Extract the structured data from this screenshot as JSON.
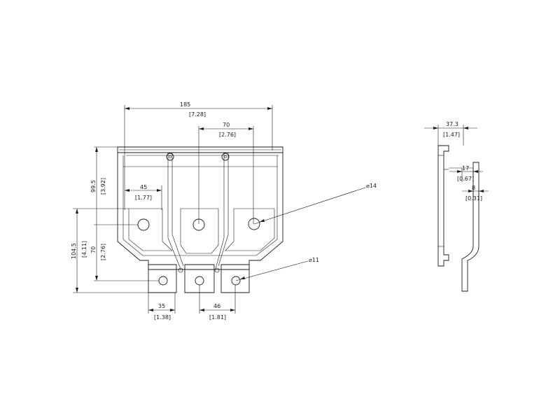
{
  "drawing": {
    "dimensions": {
      "overall_width": {
        "mm": "185",
        "inch": "[7.28]"
      },
      "center_spacing": {
        "mm": "70",
        "inch": "[2.76]"
      },
      "left_offset": {
        "mm": "45",
        "inch": "[1.77]"
      },
      "upper_height": {
        "mm": "99.5",
        "inch": "[3.92]"
      },
      "lower_height": {
        "mm": "104.5",
        "inch": "[4.11]"
      },
      "mid_height": {
        "mm": "70",
        "inch": "[2.76]"
      },
      "bottom_left": {
        "mm": "35",
        "inch": "[1.38]"
      },
      "bottom_spacing": {
        "mm": "46",
        "inch": "[1.81]"
      },
      "hole_large": "⌀14",
      "hole_small": "⌀11",
      "side_depth": {
        "mm": "37.3",
        "inch": "[1.47]"
      },
      "side_step": {
        "mm": "17",
        "inch": "[0.67]"
      },
      "side_thick": {
        "mm": "8",
        "inch": "[0.31]"
      }
    }
  }
}
